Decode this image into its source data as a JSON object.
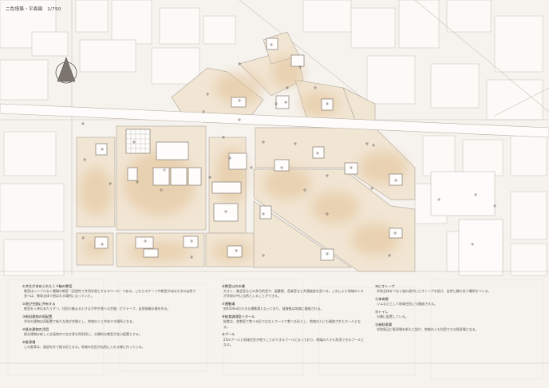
{
  "title": "二色塔築・平面図　1/750",
  "colors": {
    "paper": "#f6f3ee",
    "block": "#fbfaf7",
    "line": "#bdb6ad",
    "wash": "#e6c9a0",
    "site": "#eddbc2"
  },
  "north_icon": "north-arrow-icon",
  "map_labels": [
    {
      "id": "b1",
      "label": "④"
    },
    {
      "id": "b2",
      "label": "③"
    },
    {
      "id": "b3",
      "label": "③"
    },
    {
      "id": "b4",
      "label": "③"
    },
    {
      "id": "b5",
      "label": "⑥"
    },
    {
      "id": "b6",
      "label": "③"
    },
    {
      "id": "b7",
      "label": "⑧"
    },
    {
      "id": "b8",
      "label": "④"
    },
    {
      "id": "b9",
      "label": "③"
    },
    {
      "id": "b10",
      "label": "①"
    },
    {
      "id": "b11",
      "label": "⑦"
    },
    {
      "id": "b12",
      "label": "②"
    },
    {
      "id": "b13",
      "label": "③"
    },
    {
      "id": "b14",
      "label": "④"
    },
    {
      "id": "b15",
      "label": "⑩"
    },
    {
      "id": "b16",
      "label": "④"
    },
    {
      "id": "b17",
      "label": "⑤"
    },
    {
      "id": "b18",
      "label": "③"
    },
    {
      "id": "b19",
      "label": "⑤"
    },
    {
      "id": "b20",
      "label": "③"
    },
    {
      "id": "b21",
      "label": "⑨"
    },
    {
      "id": "b22",
      "label": "③"
    },
    {
      "id": "b23",
      "label": "③"
    },
    {
      "id": "b24",
      "label": "④"
    },
    {
      "id": "b25",
      "label": "③"
    },
    {
      "id": "b26",
      "label": "⑤"
    },
    {
      "id": "b27",
      "label": "③"
    },
    {
      "id": "b28",
      "label": "⑤"
    },
    {
      "id": "b29",
      "label": "③"
    },
    {
      "id": "b30",
      "label": "④"
    },
    {
      "id": "b31",
      "label": "③"
    },
    {
      "id": "b32",
      "label": "③"
    },
    {
      "id": "b33",
      "label": "④"
    },
    {
      "id": "b34",
      "label": "③"
    },
    {
      "id": "b35",
      "label": "③"
    },
    {
      "id": "b36",
      "label": "④"
    },
    {
      "id": "b37",
      "label": "③"
    },
    {
      "id": "b38",
      "label": "③"
    },
    {
      "id": "b39",
      "label": "③"
    },
    {
      "id": "b40",
      "label": "③"
    },
    {
      "id": "b41",
      "label": "③"
    },
    {
      "id": "b42",
      "label": "④"
    },
    {
      "id": "b43",
      "label": "③"
    },
    {
      "id": "b44",
      "label": "③"
    },
    {
      "id": "b45",
      "label": "③"
    },
    {
      "id": "b46",
      "label": "③"
    },
    {
      "id": "b47",
      "label": "③"
    },
    {
      "id": "b48",
      "label": "④"
    },
    {
      "id": "b49",
      "label": "③"
    },
    {
      "id": "b50",
      "label": "⑤"
    },
    {
      "id": "b51",
      "label": "⑤"
    },
    {
      "id": "b52",
      "label": "⑥"
    }
  ],
  "legend": [
    {
      "heading": "①共生が求められた１４軸の教室",
      "text": "教室はシンプルな１種類の教室（回遊性で共同学習とするスペース）である。これらスケーリや教室がほぼ大半の自然で並べば、教育全体で遊ばれる場所になっていた。"
    },
    {
      "heading": "②遊び空間に共有する",
      "text": "教室を１単位あたりずつ、住民の集まる小さな子供や遊べる空間、ピオテーブ、自然体験の場を作る。"
    },
    {
      "heading": "③新旧建物の再配置",
      "text": "学年の建物は再配置で新たな遊び空間とし、地域の人と共有する場所となる。"
    },
    {
      "heading": "④既存建物の活用",
      "text": "既存建物は新しく計画地内で空き家を再利用し、分棟的な教室が並ぶ配置とする。"
    },
    {
      "heading": "⑤駐車場",
      "text": "この駐車は、施設を外で経る形となる。地域の住民が自然に入れる様に作っている。"
    },
    {
      "heading": "⑥教室以外の棟",
      "text": "大きく、集会室などの多目的室や、図書館、音楽室など共通施設を並べる。これにより地域の人々が学校の中に自然と入ることができる。"
    },
    {
      "heading": "⑦運動場",
      "text": "約6500㎡の大きな運動場となっており、放課後は地域に開放される。"
    },
    {
      "heading": "⑧給食調理室＋ホール",
      "text": "給食は、各教室で食べる形ではなくホールで食べる形とし、地域の人にも開放されたホールとなる。"
    },
    {
      "heading": "⑨プール",
      "text": "25mプールと地域住民が使うことのできるプールとなっており、地域の人々も利用できるプールとなる。"
    },
    {
      "heading": "⑩ビオトープ",
      "text": "学校全体をつなぐ道の途中にビオトープを設け、自然と触れ合う場所をつくる。"
    },
    {
      "heading": "⑪体育館",
      "text": "ジムなどとして地域住民にも開放される。"
    },
    {
      "heading": "⑫トイレ",
      "text": "分棟に配置している。"
    },
    {
      "heading": "⑬新駐車場",
      "text": "学校周辺に駐車場を新たに設け、地域の人も利用できる駐車場となる。"
    }
  ]
}
